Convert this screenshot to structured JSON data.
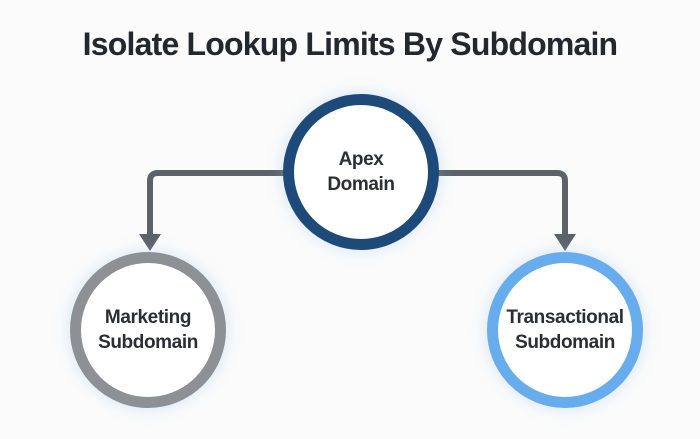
{
  "title": "Isolate Lookup Limits By Subdomain",
  "diagram": {
    "nodes": [
      {
        "id": "apex",
        "label": "Apex\nDomain",
        "border_color": "#1e4a7a"
      },
      {
        "id": "marketing",
        "label": "Marketing\nSubdomain",
        "border_color": "#8d9094"
      },
      {
        "id": "transactional",
        "label": "Transactional\nSubdomain",
        "border_color": "#67acec"
      }
    ],
    "edges": [
      {
        "from": "apex",
        "to": "marketing"
      },
      {
        "from": "apex",
        "to": "transactional"
      }
    ],
    "connector_color": "#5d6269"
  },
  "colors": {
    "background": "#fbfbfb",
    "title": "#23272e",
    "node_text": "#2b2e33",
    "node_fill": "#ffffff"
  }
}
